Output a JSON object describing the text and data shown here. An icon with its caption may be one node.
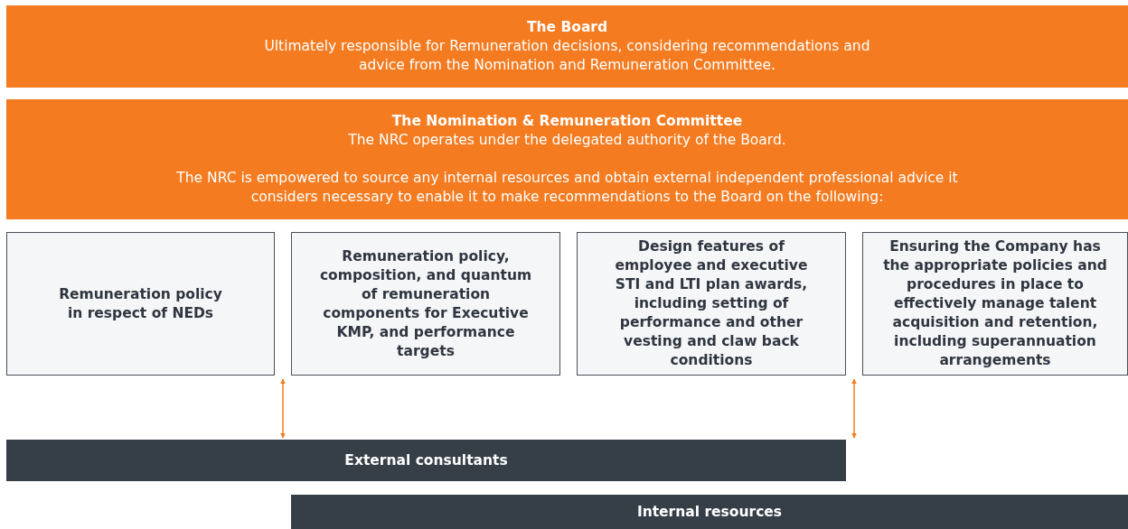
{
  "diagram": {
    "nodes": [
      {
        "text": [
          "The Board",
          "Ultimately responsible for Remuneration decisions, considering recommendations and advice from the Nomination and Remuneration Committee."
        ]
      },
      {
        "text": [
          "The Nomination & Remuneration Committee",
          "The NRC operates under the delegated authority of the Board.",
          "The NRC is empowered to source any internal resources and obtain external independent professional advice it considers necessary to enable it to make recommendations to the Board on the following:"
        ]
      },
      {
        "text": [
          "Remuneration policy in respect of NEDs"
        ]
      },
      {
        "text": [
          "Remuneration policy, composition, and quantum of remuneration components for Executive KMP, and performance targets"
        ]
      },
      {
        "text": [
          "Design features of employee and executive STI and LTI plan awards, including setting of performance and other vesting and claw back conditions"
        ]
      },
      {
        "text": [
          "Ensuring the Company has the appropriate policies and procedures in place to effectively manage talent acquisition and retention, including superannuation arrangements"
        ]
      },
      {
        "text": [
          "External consultants"
        ]
      },
      {
        "text": [
          "Internal resources"
        ]
      }
    ],
    "edges": [
      {
        "from": 2,
        "to": 6,
        "arrow": "both"
      },
      {
        "from": 5,
        "to": 6,
        "arrow": "both"
      }
    ]
  }
}
